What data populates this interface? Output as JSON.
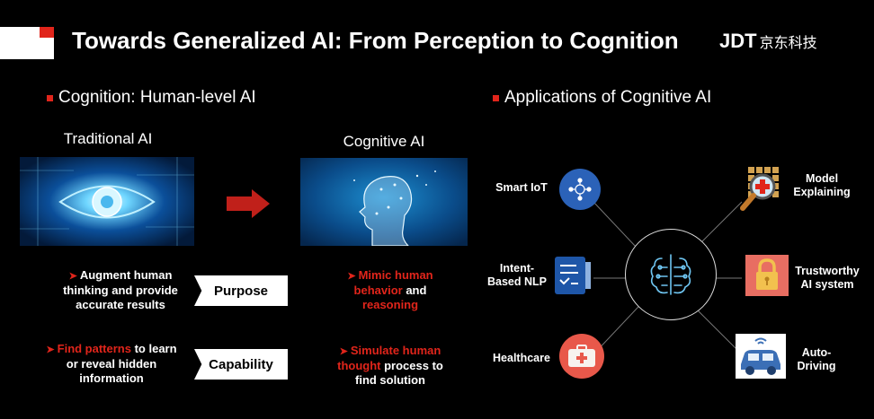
{
  "header": {
    "title": "Towards Generalized AI: From Perception to Cognition",
    "logo_text": "JDT",
    "logo_subtext": "京东科技"
  },
  "left_section": {
    "heading": "Cognition: Human-level AI",
    "traditional_title": "Traditional AI",
    "cognitive_title": "Cognitive AI",
    "purpose_label": "Purpose",
    "capability_label": "Capability",
    "traditional_purpose": {
      "line1": "Augment human",
      "line2": "thinking and provide",
      "line3": "accurate results"
    },
    "traditional_capability": {
      "line1_red": "Find patterns",
      "line1_rest": " to learn",
      "line2": "or reveal hidden",
      "line3": "information"
    },
    "cognitive_purpose": {
      "line1_red": "Mimic human",
      "line2_red": "behavior",
      "line2_rest": " and",
      "line3_red": "reasoning"
    },
    "cognitive_capability": {
      "line1_red": "Simulate human",
      "line2_red": "thought",
      "line2_rest": " process to",
      "line3": "find solution"
    }
  },
  "right_section": {
    "heading": "Applications of Cognitive AI",
    "apps": {
      "smart_iot": "Smart IoT",
      "intent_nlp_line1": "Intent-",
      "intent_nlp_line2": "Based NLP",
      "healthcare": "Healthcare",
      "model_explaining_line1": "Model",
      "model_explaining_line2": "Explaining",
      "trustworthy_line1": "Trustworthy",
      "trustworthy_line2": "AI system",
      "auto_driving_line1": "Auto-",
      "auto_driving_line2": "Driving"
    }
  },
  "colors": {
    "accent_red": "#e1251b",
    "iot_blue": "#2b62b8",
    "health_red": "#e8584a",
    "lock_bg": "#e86e62",
    "car_blue": "#3b6fb6"
  }
}
